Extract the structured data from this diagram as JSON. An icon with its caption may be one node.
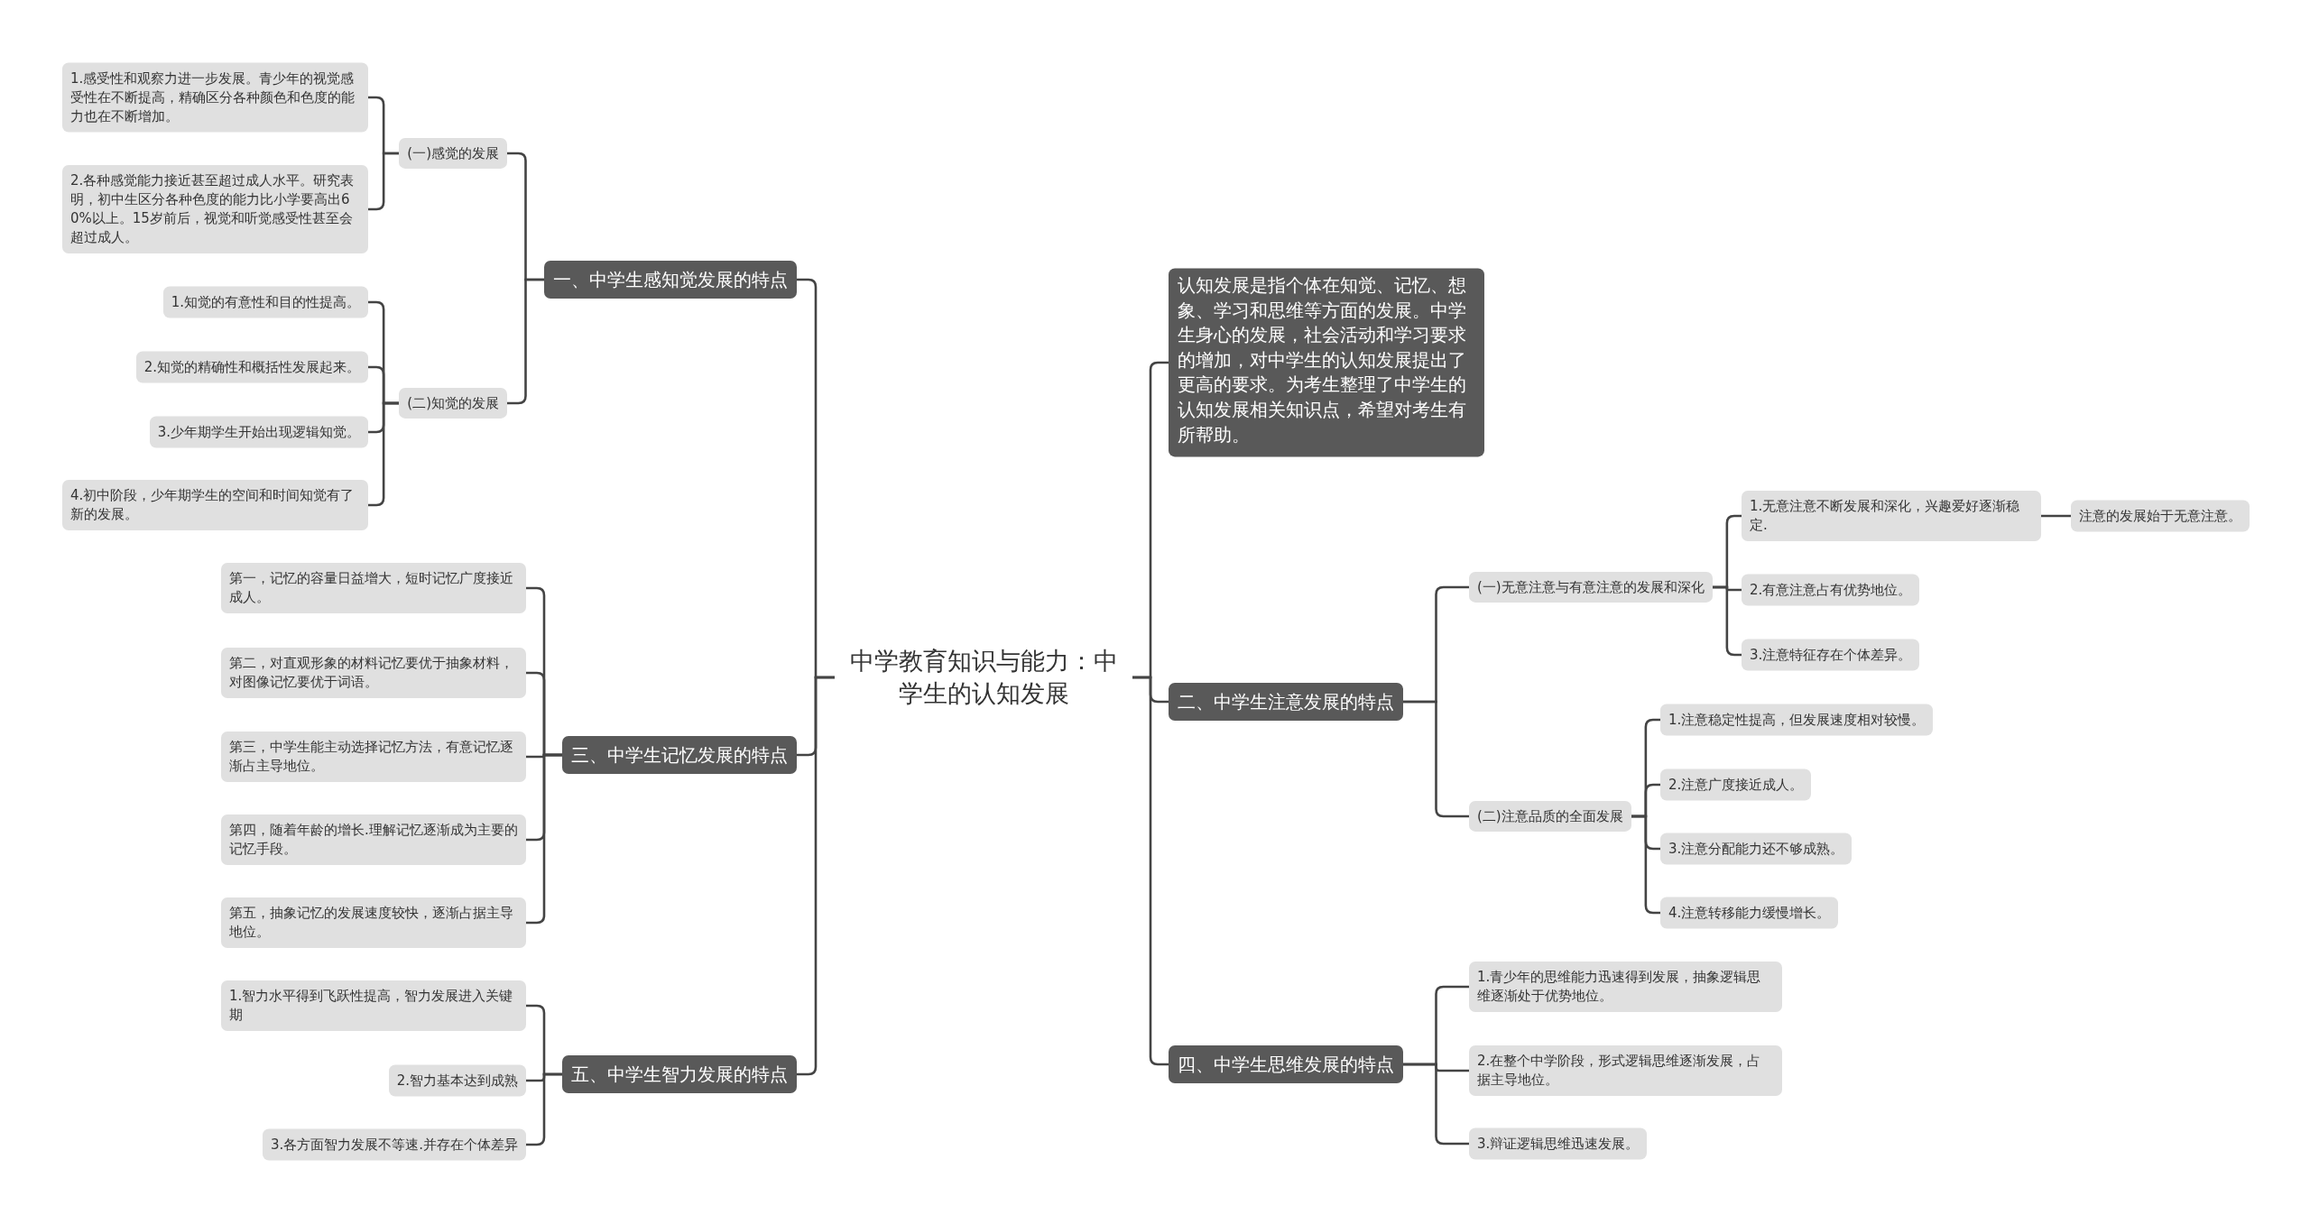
{
  "diagram": {
    "nodes": [
      {
        "text": [
          "中学教育知识与能力：中学生的认知发展"
        ]
      },
      {
        "text": [
          "一、中学生感知觉发展的特点"
        ]
      },
      {
        "text": [
          "(一)感觉的发展"
        ]
      },
      {
        "text": [
          "1.感受性和观察力进一步发展。青少年的视觉感受性在不断提高，精确区分各种颜色和色度的能力也在不断增加。"
        ]
      },
      {
        "text": [
          "2.各种感觉能力接近甚至超过成人水平。研究表明，初中生区分各种色度的能力比小学要高出60%以上。15岁前后，视觉和听觉感受性甚至会超过成人。"
        ]
      },
      {
        "text": [
          "(二)知觉的发展"
        ]
      },
      {
        "text": [
          "1.知觉的有意性和目的性提高。"
        ]
      },
      {
        "text": [
          "2.知觉的精确性和概括性发展起来。"
        ]
      },
      {
        "text": [
          "3.少年期学生开始出现逻辑知觉。"
        ]
      },
      {
        "text": [
          "4.初中阶段，少年期学生的空间和时间知觉有了新的发展。"
        ]
      },
      {
        "text": [
          "三、中学生记忆发展的特点"
        ]
      },
      {
        "text": [
          "第一，记忆的容量日益增大，短时记忆广度接近成人。"
        ]
      },
      {
        "text": [
          "第二，对直观形象的材料记忆要优于抽象材料，对图像记忆要优于词语。"
        ]
      },
      {
        "text": [
          "第三，中学生能主动选择记忆方法，有意记忆逐渐占主导地位。"
        ]
      },
      {
        "text": [
          "第四，随着年龄的增长.理解记忆逐渐成为主要的记忆手段。"
        ]
      },
      {
        "text": [
          "第五，抽象记忆的发展速度较快，逐渐占据主导地位。"
        ]
      },
      {
        "text": [
          "五、中学生智力发展的特点"
        ]
      },
      {
        "text": [
          "1.智力水平得到飞跃性提高，智力发展进入关键期"
        ]
      },
      {
        "text": [
          "2.智力基本达到成熟"
        ]
      },
      {
        "text": [
          "3.各方面智力发展不等速.并存在个体差异"
        ]
      },
      {
        "text": [
          "认知发展是指个体在知觉、记忆、想象、学习和思维等方面的发展。中学生身心的发展，社会活动和学习要求的增加，对中学生的认知发展提出了更高的要求。为考生整理了中学生的认知发展相关知识点，希望对考生有所帮助。"
        ]
      },
      {
        "text": [
          "二、中学生注意发展的特点"
        ]
      },
      {
        "text": [
          "(一)无意注意与有意注意的发展和深化"
        ]
      },
      {
        "text": [
          "1.无意注意不断发展和深化，兴趣爱好逐渐稳定."
        ]
      },
      {
        "text": [
          "注意的发展始于无意注意。"
        ]
      },
      {
        "text": [
          "2.有意注意占有优势地位。"
        ]
      },
      {
        "text": [
          "3.注意特征存在个体差异。"
        ]
      },
      {
        "text": [
          "(二)注意品质的全面发展"
        ]
      },
      {
        "text": [
          "1.注意稳定性提高，但发展速度相对较慢。"
        ]
      },
      {
        "text": [
          "2.注意广度接近成人。"
        ]
      },
      {
        "text": [
          "3.注意分配能力还不够成熟。"
        ]
      },
      {
        "text": [
          "4.注意转移能力缓慢增长。"
        ]
      },
      {
        "text": [
          "四、中学生思维发展的特点"
        ]
      },
      {
        "text": [
          "1.青少年的思维能力迅速得到发展，抽象逻辑思维逐渐处于优势地位。"
        ]
      },
      {
        "text": [
          "2.在整个中学阶段，形式逻辑思维逐渐发展，占据主导地位。"
        ]
      },
      {
        "text": [
          "3.辩证逻辑思维迅速发展。"
        ]
      }
    ],
    "edges": [
      {
        "from": 0,
        "to": 1,
        "arrow": "none"
      },
      {
        "from": 1,
        "to": 2,
        "arrow": "none"
      },
      {
        "from": 2,
        "to": 3,
        "arrow": "none"
      },
      {
        "from": 2,
        "to": 4,
        "arrow": "none"
      },
      {
        "from": 1,
        "to": 5,
        "arrow": "none"
      },
      {
        "from": 5,
        "to": 6,
        "arrow": "none"
      },
      {
        "from": 5,
        "to": 7,
        "arrow": "none"
      },
      {
        "from": 5,
        "to": 8,
        "arrow": "none"
      },
      {
        "from": 5,
        "to": 9,
        "arrow": "none"
      },
      {
        "from": 0,
        "to": 10,
        "arrow": "none"
      },
      {
        "from": 10,
        "to": 11,
        "arrow": "none"
      },
      {
        "from": 10,
        "to": 12,
        "arrow": "none"
      },
      {
        "from": 10,
        "to": 13,
        "arrow": "none"
      },
      {
        "from": 10,
        "to": 14,
        "arrow": "none"
      },
      {
        "from": 10,
        "to": 15,
        "arrow": "none"
      },
      {
        "from": 0,
        "to": 16,
        "arrow": "none"
      },
      {
        "from": 16,
        "to": 17,
        "arrow": "none"
      },
      {
        "from": 16,
        "to": 18,
        "arrow": "none"
      },
      {
        "from": 16,
        "to": 19,
        "arrow": "none"
      },
      {
        "from": 0,
        "to": 20,
        "arrow": "none"
      },
      {
        "from": 0,
        "to": 21,
        "arrow": "none"
      },
      {
        "from": 21,
        "to": 22,
        "arrow": "none"
      },
      {
        "from": 22,
        "to": 23,
        "arrow": "none"
      },
      {
        "from": 23,
        "to": 24,
        "arrow": "none"
      },
      {
        "from": 22,
        "to": 25,
        "arrow": "none"
      },
      {
        "from": 22,
        "to": 26,
        "arrow": "none"
      },
      {
        "from": 21,
        "to": 27,
        "arrow": "none"
      },
      {
        "from": 27,
        "to": 28,
        "arrow": "none"
      },
      {
        "from": 27,
        "to": 29,
        "arrow": "none"
      },
      {
        "from": 27,
        "to": 30,
        "arrow": "none"
      },
      {
        "from": 27,
        "to": 31,
        "arrow": "none"
      },
      {
        "from": 0,
        "to": 32,
        "arrow": "none"
      },
      {
        "from": 32,
        "to": 33,
        "arrow": "none"
      },
      {
        "from": 32,
        "to": 34,
        "arrow": "none"
      },
      {
        "from": 32,
        "to": 35,
        "arrow": "none"
      }
    ]
  }
}
